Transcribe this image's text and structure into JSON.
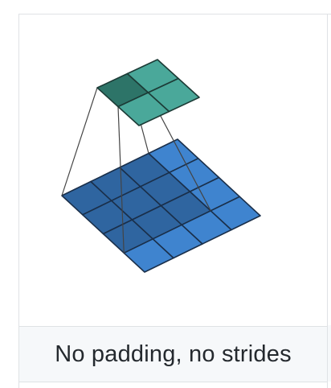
{
  "figure": {
    "caption": "No padding, no strides",
    "input_grid": {
      "rows": 4,
      "cols": 4
    },
    "output_grid": {
      "rows": 2,
      "cols": 2
    },
    "colors": {
      "input_cell": "#3f84cf",
      "input_highlight": "#2f65a0",
      "input_border": "#1a2f4a",
      "output_cell": "#4aa89a",
      "output_highlight": "#2d7468",
      "output_border": "#1c3b36",
      "projection_line": "#444444"
    }
  }
}
